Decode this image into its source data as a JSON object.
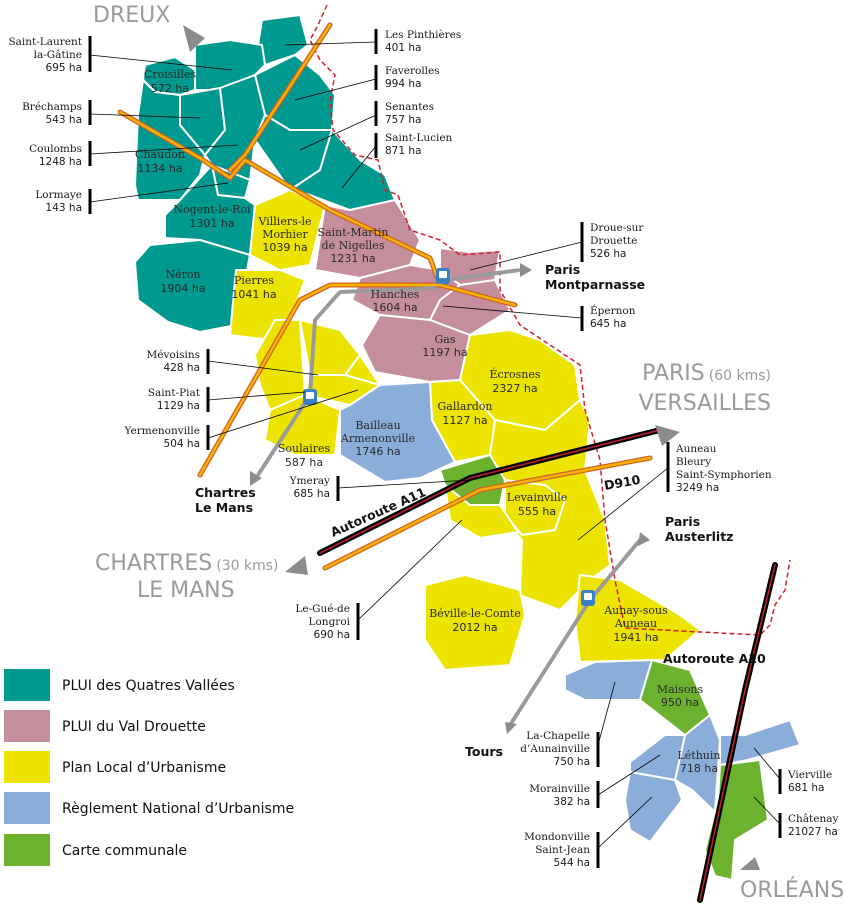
{
  "colors": {
    "teal": "#00998f",
    "pink": "#c58e9c",
    "yellow": "#ece400",
    "blue": "#8badd9",
    "green": "#6db22f",
    "border": "#d5202a",
    "road": "#f5b400",
    "arrow": "#8c8c8c"
  },
  "legend": [
    {
      "label": "PLUI des Quatres Vallées",
      "color": "#00998f"
    },
    {
      "label": "PLUI du Val Drouette",
      "color": "#c58e9c"
    },
    {
      "label": "Plan Local d’Urbanisme",
      "color": "#ece400"
    },
    {
      "label": "Règlement National d’Urbanisme",
      "color": "#8badd9"
    },
    {
      "label": "Carte communale",
      "color": "#6db22f"
    }
  ],
  "places": {
    "dreux": "DREUX",
    "paris": "PARIS",
    "paris_dist": "(60 kms)",
    "versailles": "VERSAILLES",
    "chartres": "CHARTRES",
    "chartres_dist": "(30 kms)",
    "le_mans": "LE MANS",
    "orleans": "ORLÉANS"
  },
  "rail": {
    "montparnasse": [
      "Paris",
      "Montparnasse"
    ],
    "chartres": [
      "Chartres",
      "Le Mans"
    ],
    "austerlitz": [
      "Paris",
      "Austerlitz"
    ],
    "tours": "Tours"
  },
  "roads": {
    "a11": "Autoroute A11",
    "d910": "D910",
    "a10": "Autoroute A10"
  },
  "communes": {
    "pinthieres": {
      "name": [
        "Les Pinthières"
      ],
      "area": "401 ha"
    },
    "saint_laurent": {
      "name": [
        "Saint-Laurent",
        "la-Gâtine"
      ],
      "area": "695 ha"
    },
    "croisilles": {
      "name": [
        "Croisilles"
      ],
      "area": "572 ha"
    },
    "faverolles": {
      "name": [
        "Faverolles"
      ],
      "area": "994 ha"
    },
    "brechamps": {
      "name": [
        "Bréchamps"
      ],
      "area": "543 ha"
    },
    "senantes": {
      "name": [
        "Senantes"
      ],
      "area": "757 ha"
    },
    "coulombs": {
      "name": [
        "Coulombs"
      ],
      "area": "1248 ha"
    },
    "saint_lucien": {
      "name": [
        "Saint-Lucien"
      ],
      "area": "871 ha"
    },
    "chaudon": {
      "name": [
        "Chaudon"
      ],
      "area": "1134 ha"
    },
    "lormaye": {
      "name": [
        "Lormaye"
      ],
      "area": "143 ha"
    },
    "nogent": {
      "name": [
        "Nogent-le-Roi"
      ],
      "area": "1301 ha"
    },
    "villiers": {
      "name": [
        "Villiers-le",
        "Morhier"
      ],
      "area": "1039 ha"
    },
    "saint_martin": {
      "name": [
        "Saint-Martin",
        "de Nigelles"
      ],
      "area": "1231 ha"
    },
    "droue": {
      "name": [
        "Droue-sur",
        "Drouette"
      ],
      "area": "526 ha"
    },
    "neron": {
      "name": [
        "Néron"
      ],
      "area": "1904 ha"
    },
    "pierres": {
      "name": [
        "Pierres"
      ],
      "area": "1041 ha"
    },
    "hanches": {
      "name": [
        "Hanches"
      ],
      "area": "1604 ha"
    },
    "epernon": {
      "name": [
        "Épernon"
      ],
      "area": "645 ha"
    },
    "mevoisins": {
      "name": [
        "Mévoisins"
      ],
      "area": "428 ha"
    },
    "gas": {
      "name": [
        "Gas"
      ],
      "area": "1197 ha"
    },
    "saint_piat": {
      "name": [
        "Saint-Piat"
      ],
      "area": "1129 ha"
    },
    "ecrosnes": {
      "name": [
        "Écrosnes"
      ],
      "area": "2327 ha"
    },
    "gallardon": {
      "name": [
        "Gallardon"
      ],
      "area": "1127 ha"
    },
    "yermenonville": {
      "name": [
        "Yermenonville"
      ],
      "area": "504 ha"
    },
    "bailleau": {
      "name": [
        "Bailleau",
        "Armenonville"
      ],
      "area": "1746 ha"
    },
    "soulaires": {
      "name": [
        "Soulaires"
      ],
      "area": "587 ha"
    },
    "auneau_bleury": {
      "name": [
        "Auneau",
        "Bleury",
        "Saint-Symphorien"
      ],
      "area": "3249 ha"
    },
    "ymeray": {
      "name": [
        "Ymeray"
      ],
      "area": "685 ha"
    },
    "levainville": {
      "name": [
        "Levainville"
      ],
      "area": "555 ha"
    },
    "gue_longroi": {
      "name": [
        "Le-Gué-de",
        "Longroi"
      ],
      "area": "690 ha"
    },
    "beville": {
      "name": [
        "Béville-le-Comte"
      ],
      "area": "2012 ha"
    },
    "aunay": {
      "name": [
        "Aunay-sous",
        "Auneau"
      ],
      "area": "1941 ha"
    },
    "la_chapelle": {
      "name": [
        "La-Chapelle",
        "d’Aunainville"
      ],
      "area": "750 ha"
    },
    "maisons": {
      "name": [
        "Maisons"
      ],
      "area": "950 ha"
    },
    "lethuin": {
      "name": [
        "Léthuin"
      ],
      "area": "718 ha"
    },
    "morainville": {
      "name": [
        "Morainville"
      ],
      "area": "382 ha"
    },
    "vierville": {
      "name": [
        "Vierville"
      ],
      "area": "681 ha"
    },
    "chatenay": {
      "name": [
        "Châtenay"
      ],
      "area": "21027 ha"
    },
    "mondonville": {
      "name": [
        "Mondonville",
        "Saint-Jean"
      ],
      "area": "544 ha"
    }
  }
}
